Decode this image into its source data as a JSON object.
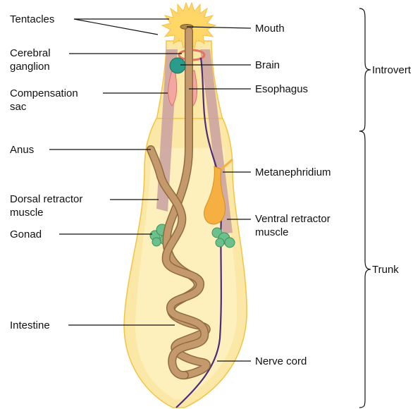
{
  "labels": {
    "tentacles": "Tentacles",
    "mouth": "Mouth",
    "cerebral_ganglion_line1": "Cerebral",
    "cerebral_ganglion_line2": "ganglion",
    "brain": "Brain",
    "compensation_sac_line1": "Compensation",
    "compensation_sac_line2": "sac",
    "esophagus": "Esophagus",
    "introvert": "Introvert",
    "anus": "Anus",
    "metanephridium": "Metanephridium",
    "dorsal_retractor_line1": "Dorsal retractor",
    "dorsal_retractor_line2": "muscle",
    "ventral_retractor_line1": "Ventral retractor",
    "ventral_retractor_line2": "muscle",
    "gonad": "Gonad",
    "trunk": "Trunk",
    "intestine": "Intestine",
    "nerve_cord": "Nerve cord"
  },
  "colors": {
    "body_fill": "#FCE8A6",
    "body_inner": "#FFF3C7",
    "body_outline": "#F5C342",
    "tentacle_fill": "#FDD56B",
    "gut": "#C49A6C",
    "gut_outline": "#8F6A40",
    "muscle": "#C9A0A0",
    "sac": "#F4A6A0",
    "brain": "#2A9C8C",
    "gonad": "#6CC08B",
    "nerve": "#4B2C7A",
    "nephridium": "#F5B041",
    "leader": "#111111"
  }
}
